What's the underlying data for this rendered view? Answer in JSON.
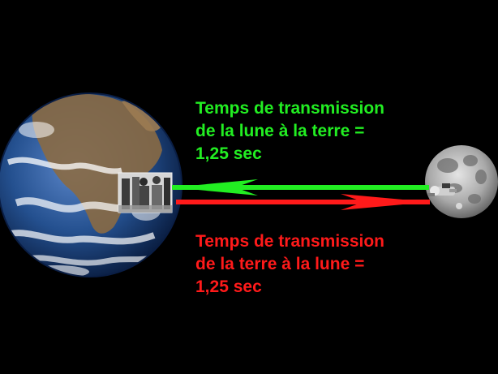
{
  "colors": {
    "background": "#000000",
    "earth_to_moon": "#ff1a1a",
    "moon_to_earth": "#22ee22"
  },
  "captions": {
    "moon_to_earth": {
      "line1": "Temps de transmission",
      "line2": "de la lune à la terre =",
      "line3": "1,25 sec"
    },
    "earth_to_moon": {
      "line1": "Temps de transmission",
      "line2": "de la terre à la lune =",
      "line3": "1,25 sec"
    }
  },
  "icons": {
    "earth": "earth-globe",
    "moon": "moon-globe",
    "ground_station_photo": "people-photo",
    "astronaut": "astronaut"
  }
}
